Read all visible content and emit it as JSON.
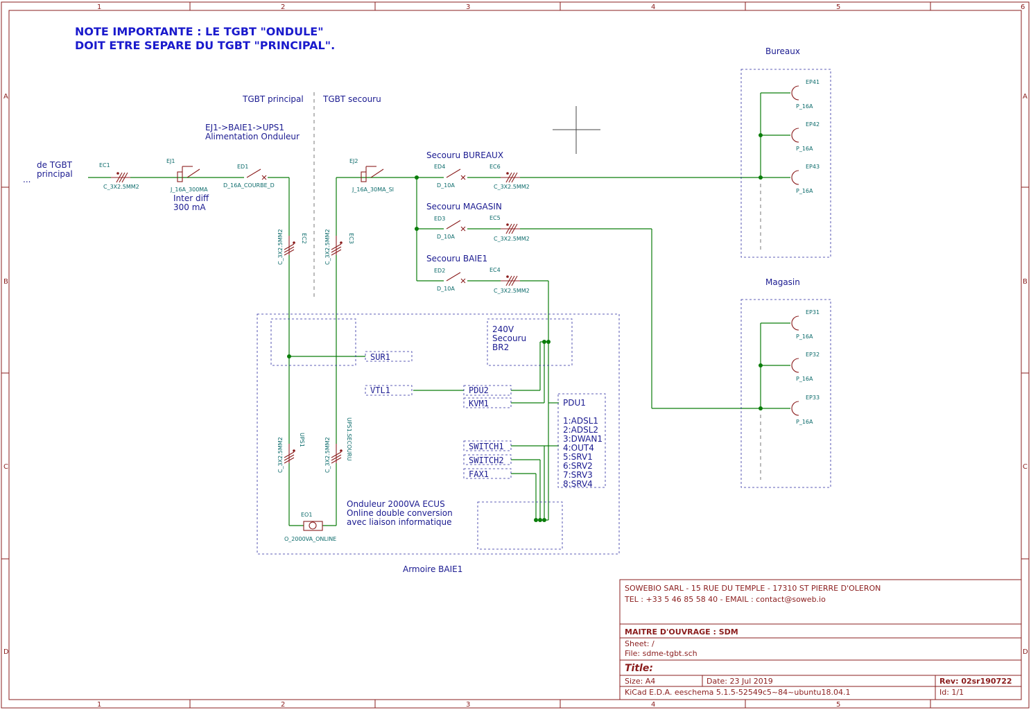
{
  "frame": {
    "columns": [
      "1",
      "2",
      "3",
      "4",
      "5",
      "6"
    ],
    "rows": [
      "A",
      "B",
      "C",
      "D"
    ]
  },
  "note": {
    "line1": "NOTE IMPORTANTE : LE TGBT \"ONDULE\"",
    "line2": "DOIT ETRE SEPARE DU TGBT \"PRINCIPAL\"."
  },
  "sections": {
    "left": "TGBT principal",
    "right": "TGBT secouru",
    "feed_line1": "EJ1->BAIE1->UPS1",
    "feed_line2": "Alimentation Onduleur"
  },
  "source": {
    "line1": "de TGBT",
    "line2": "principal",
    "arrow": "..."
  },
  "components": {
    "EC1": {
      "ref": "EC1",
      "value": "C_3X2.5MM2"
    },
    "EJ1": {
      "ref": "EJ1",
      "value": "J_16A_300MA",
      "note1": "Inter diff",
      "note2": "300 mA"
    },
    "ED1": {
      "ref": "ED1",
      "value": "D_16A_COURBE_D"
    },
    "EJ2": {
      "ref": "EJ2",
      "value": "J_16A_30MA_SI"
    },
    "ED4": {
      "ref": "ED4",
      "value": "D_10A",
      "title": "Secouru BUREAUX"
    },
    "EC6": {
      "ref": "EC6",
      "value": "C_3X2.5MM2"
    },
    "ED3": {
      "ref": "ED3",
      "value": "D_10A",
      "title": "Secouru MAGASIN"
    },
    "EC5": {
      "ref": "EC5",
      "value": "C_3X2.5MM2"
    },
    "ED2": {
      "ref": "ED2",
      "value": "D_10A",
      "title": "Secouru BAIE1"
    },
    "EC4": {
      "ref": "EC4",
      "value": "C_3X2.5MM2"
    },
    "EC2": {
      "ref": "EC2",
      "value": "C_3X2.5MM2"
    },
    "EC3": {
      "ref": "EC3",
      "value": "C_3X2.5MM2"
    },
    "UPS1": {
      "ref": "UPS1",
      "value": "C_3X2.5MM2"
    },
    "UPS1SEC": {
      "ref": "UPS1.SECOURU",
      "value": "C_3X2.5MM2"
    },
    "EO1": {
      "ref": "EO1",
      "value": "O_2000VA_ONLINE",
      "desc1": "Onduleur 2000VA ECUS",
      "desc2": "Online double conversion",
      "desc3": "avec liaison informatique"
    }
  },
  "baie": {
    "title": "Armoire BAIE1",
    "sur1": "SUR1",
    "vtl1": "VTL1",
    "pdu2": "PDU2",
    "kvm1": "KVM1",
    "switch1": "SWITCH1",
    "switch2": "SWITCH2",
    "fax1": "FAX1",
    "br2_line1": "240V",
    "br2_line2": "Secouru",
    "br2_line3": "BR2",
    "pdu1_title": "PDU1",
    "pdu1_outlets": [
      "1:ADSL1",
      "2:ADSL2",
      "3:DWAN1",
      "4:OUT4",
      "5:SRV1",
      "6:SRV2",
      "7:SRV3",
      "8:SRV4"
    ]
  },
  "bureaux": {
    "title": "Bureaux",
    "outlets": [
      {
        "ref": "EP41",
        "value": "P_16A"
      },
      {
        "ref": "EP42",
        "value": "P_16A"
      },
      {
        "ref": "EP43",
        "value": "P_16A"
      }
    ]
  },
  "magasin": {
    "title": "Magasin",
    "outlets": [
      {
        "ref": "EP31",
        "value": "P_16A"
      },
      {
        "ref": "EP32",
        "value": "P_16A"
      },
      {
        "ref": "EP33",
        "value": "P_16A"
      }
    ]
  },
  "title_block": {
    "company": "SOWEBIO SARL - 15 RUE DU TEMPLE - 17310 ST PIERRE D'OLERON",
    "contact": "TEL : +33 5 46 85 58 40 - EMAIL : contact@soweb.io",
    "owner": "MAITRE D'OUVRAGE : SDM",
    "sheet": "Sheet: /",
    "file": "File: sdme-tgbt.sch",
    "title_label": "Title:",
    "size": "Size: A4",
    "date": "Date: 23 Jul 2019",
    "rev": "Rev: 02sr190722",
    "tool": "KiCad E.D.A.  eeschema 5.1.5-52549c5~84~ubuntu18.04.1",
    "id": "Id: 1/1"
  }
}
